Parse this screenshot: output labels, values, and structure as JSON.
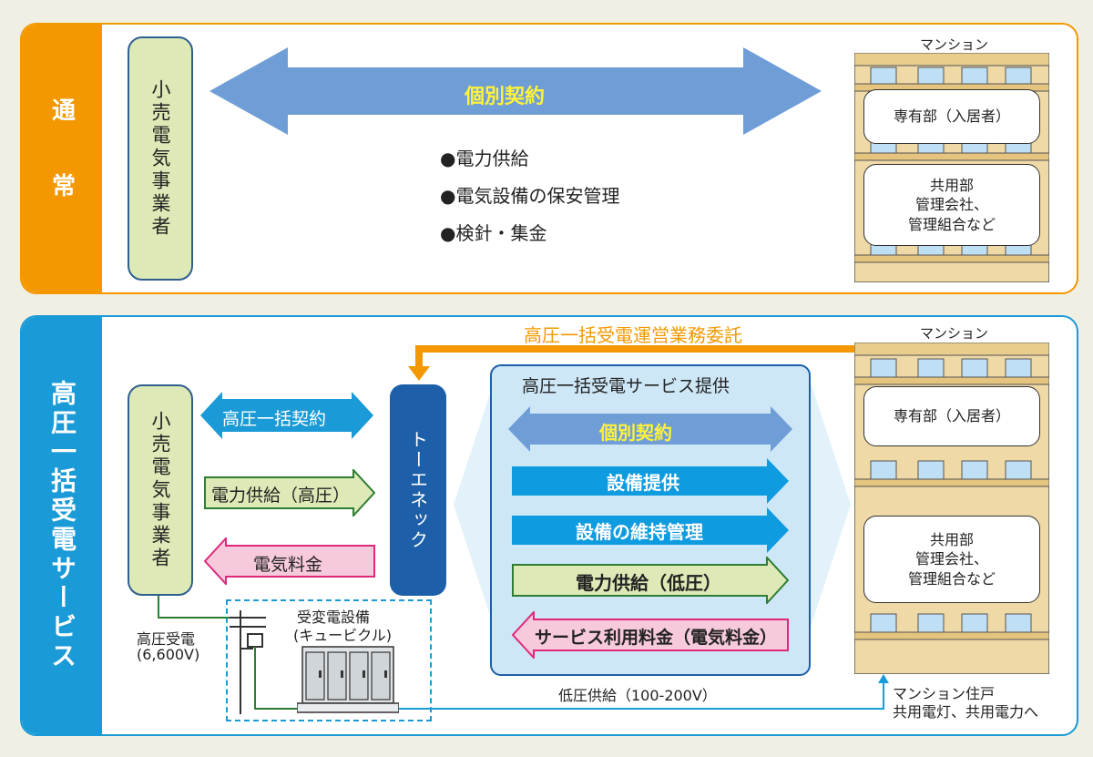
{
  "top": {
    "side_label": "通 常",
    "supplier": "小売電気事業者",
    "contract_label": "個別契約",
    "services": [
      "●電力供給",
      "●電気設備の保安管理",
      "●検針・集金"
    ],
    "building": {
      "title": "マンション",
      "private": "専有部（入居者）",
      "common_title": "共用部",
      "common_sub1": "管理会社、",
      "common_sub2": "管理組合など"
    }
  },
  "bottom": {
    "side_label": "高圧一括受電サービス",
    "supplier": "小売電気事業者",
    "delegation": "高圧一括受電運営業務委託",
    "arrows_left": [
      "高圧一括契約",
      "電力供給（高圧）",
      "電気料金"
    ],
    "company": "トーエネック",
    "service_box": {
      "title": "高圧一括受電サービス提供",
      "items": [
        "個別契約",
        "設備提供",
        "設備の維持管理",
        "電力供給（低圧）",
        "サービス利用料金（電気料金）"
      ]
    },
    "hv_receive": "高圧受電",
    "hv_voltage": "(6,600V)",
    "cubicle_title": "受変電設備",
    "cubicle_sub": "(キュービクル)",
    "lv_supply": "低圧供給（100-200V）",
    "building": {
      "title": "マンション",
      "private": "専有部（入居者）",
      "common_title": "共用部",
      "common_sub1": "管理会社、",
      "common_sub2": "管理組合など"
    },
    "dest1": "マンション住戸",
    "dest2": "共用電灯、共用電力へ"
  },
  "colors": {
    "orange": "#f39800",
    "blue": "#1a9ad6",
    "navy": "#1d5fa8",
    "light_green": "#dde9b6",
    "pink": "#f7c9dc"
  }
}
